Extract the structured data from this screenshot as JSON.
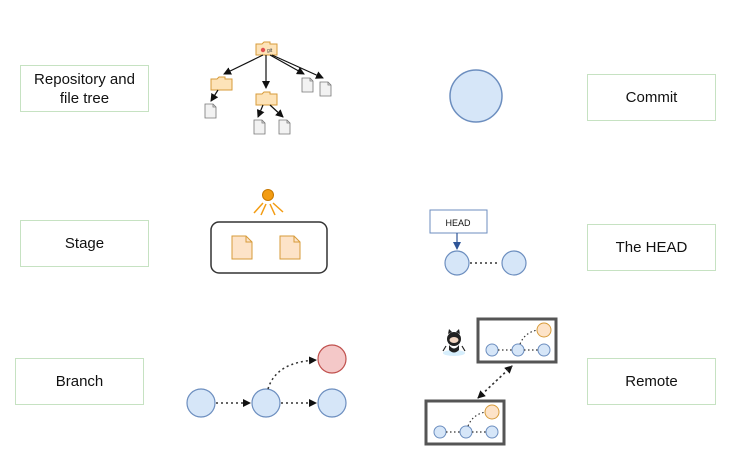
{
  "labels": {
    "repository": "Repository and\nfile tree",
    "commit": "Commit",
    "stage": "Stage",
    "head": "The HEAD",
    "branch": "Branch",
    "remote": "Remote"
  },
  "diagrams": {
    "head_tag": "HEAD"
  },
  "colors": {
    "box_border": "#c6e2c2",
    "node_fill": "#d6e6f8",
    "node_stroke": "#6c8ebf",
    "folder_fill": "#fde3b8",
    "folder_stroke": "#d79b3a",
    "branch_tip_fill": "#f4c8c8",
    "branch_tip_stroke": "#c0504d",
    "frame": "#555555"
  }
}
